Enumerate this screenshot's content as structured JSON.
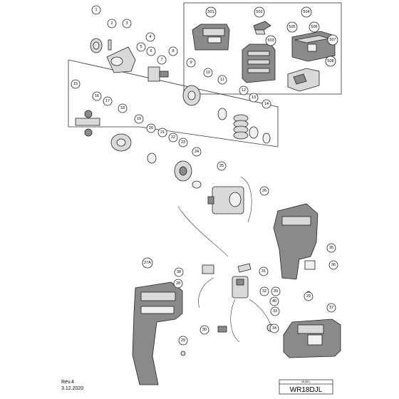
{
  "callouts": {
    "c1": "1",
    "c2": "2",
    "c3": "3",
    "c4": "4",
    "c5": "5",
    "c6": "6",
    "c7": "7",
    "c8": "8",
    "c9": "9",
    "c10": "10",
    "c11": "11",
    "c12": "12",
    "c13": "13",
    "c14": "14",
    "c15": "15",
    "c16": "16",
    "c17": "17",
    "c18": "18",
    "c19": "19",
    "c20": "20",
    "c21": "21",
    "c22": "22",
    "c23": "23",
    "c24": "24",
    "c25": "25",
    "c26": "26",
    "c27a": "27A",
    "c28": "28",
    "c29a": "29",
    "c29b": "29",
    "c30": "30",
    "c31": "31",
    "c32": "32",
    "c33": "33",
    "c34": "34",
    "c35": "35",
    "c36": "36",
    "c37": "37",
    "c38": "38",
    "c39": "39",
    "c40": "40",
    "c501": "501",
    "c502": "502",
    "c503": "503",
    "c504": "504",
    "c505": "505",
    "c506": "506",
    "c507": "507",
    "c508": "508"
  },
  "footer": {
    "revision": "Rev.4",
    "date": "3.12.2020",
    "model_label": "MODEL",
    "model_number": "WR18DJL"
  },
  "colors": {
    "line": "#222222",
    "part_fill": "#d9d9d9",
    "part_dark": "#8a8a8a",
    "paper": "#ffffff"
  }
}
